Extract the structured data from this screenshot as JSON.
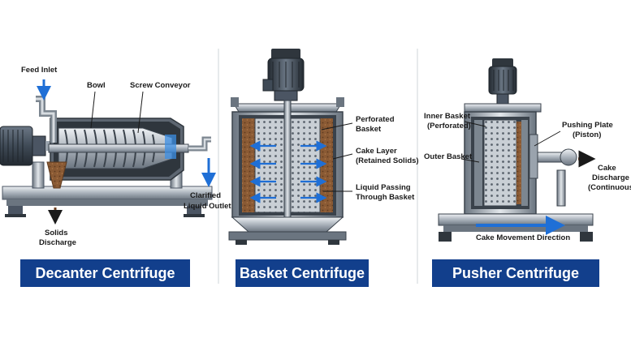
{
  "colors": {
    "banner": "#123f8c",
    "flow_arrow": "#1f6fd6",
    "solids_arrow": "#6b3d1f",
    "steel_dark": "#4b5563",
    "steel_mid": "#9aa3ad",
    "steel_light": "#d7dce1",
    "motor": "#3f4a56",
    "cake": "#8a5a34"
  },
  "decanter": {
    "title": "Decanter Centrifuge",
    "feed_inlet": "Feed Inlet",
    "bowl": "Bowl",
    "screw_conveyor": "Screw Conveyor",
    "clarified_l1": "Clarified",
    "clarified_l2": "Liquid Outlet",
    "solids_l1": "Solids",
    "solids_l2": "Discharge"
  },
  "basket": {
    "title": "Basket Centrifuge",
    "perforated_l1": "Perforated",
    "perforated_l2": "Basket",
    "cake_l1": "Cake Layer",
    "cake_l2": "(Retained Solids)",
    "liquid_l1": "Liquid Passing",
    "liquid_l2": "Through Basket"
  },
  "pusher": {
    "title": "Pusher Centrifuge",
    "inner_l1": "Inner Basket",
    "inner_l2": "(Perforated)",
    "outer": "Outer Basket",
    "plate_l1": "Pushing Plate",
    "plate_l2": "(Piston)",
    "cake_l1": "Cake",
    "cake_l2": "Discharge",
    "cake_l3": "(Continuous)",
    "movement": "Cake Movement Direction"
  }
}
